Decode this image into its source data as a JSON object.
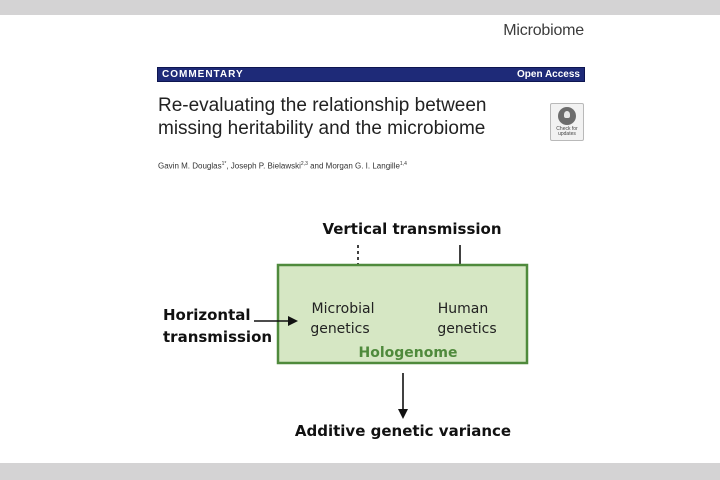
{
  "journal": "Microbiome",
  "header_bar": {
    "left": "COMMENTARY",
    "right": "Open Access"
  },
  "article": {
    "title_line1": "Re-evaluating the relationship between",
    "title_line2": "missing heritability and the microbiome",
    "authors": [
      {
        "name": "Gavin M. Douglas",
        "sup": "1*"
      },
      {
        "name": "Joseph P. Bielawski",
        "sup": "2,3"
      },
      {
        "name": "Morgan G. I. Langille",
        "sup": "1,4"
      }
    ],
    "author_sep1": ", ",
    "author_sep2": " and "
  },
  "badge": {
    "line1": "Check for",
    "line2": "updates"
  },
  "diagram": {
    "vertical": "Vertical transmission",
    "horizontal_line1": "Horizontal",
    "horizontal_line2": "transmission",
    "microbial_line1": "Microbial",
    "microbial_line2": "genetics",
    "human_line1": "Human",
    "human_line2": "genetics",
    "box_label": "Hologenome",
    "output": "Additive genetic variance",
    "colors": {
      "box_fill": "#d6e7c4",
      "box_border": "#4f8a3c",
      "box_label": "#4f8a3c"
    }
  }
}
